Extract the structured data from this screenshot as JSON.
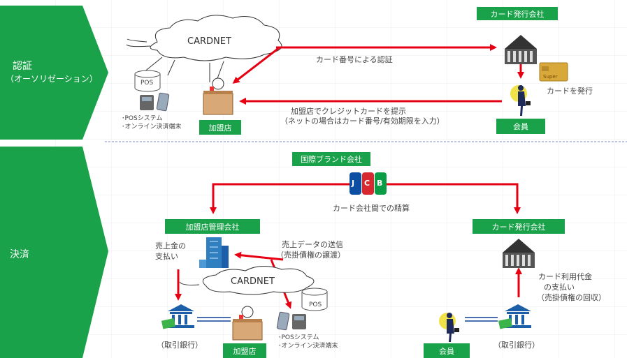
{
  "sections": {
    "auth": {
      "title": "認証",
      "subtitle": "（オーソリゼーション）"
    },
    "settle": {
      "title": "決済"
    }
  },
  "auth": {
    "issuer_label": "カード発行会社",
    "cloud_label": "CARDNET",
    "card_number_auth": "カード番号による認証",
    "card_issue": "カードを発行",
    "present_line1": "加盟店でクレジットカードを提示",
    "present_line2": "（ネットの場合はカード番号/有効期限を入力）",
    "member_label": "会員",
    "merchant_label": "加盟店",
    "pos_label": "POS",
    "terminal_line1": "･POSシステム",
    "terminal_line2": "･オンライン決済端末",
    "card_brand": "Super"
  },
  "settle": {
    "brand_company": "国際ブランド会社",
    "brand_logo": "JCB",
    "inter_company": "カード会社間での精算",
    "acquirer": "加盟店管理会社",
    "issuer": "カード発行会社",
    "payout_line1": "売上金の",
    "payout_line2": "支払い",
    "sales_line1": "売上データの送信",
    "sales_line2": "（売掛債権の譲渡）",
    "cloud_label": "CARDNET",
    "pos_label": "POS",
    "terminal_line1": "･POSシステム",
    "terminal_line2": "･オンライン決済端末",
    "bank_left": "（取引銀行）",
    "bank_right": "（取引銀行）",
    "merchant_label": "加盟店",
    "member_label": "会員",
    "usage_line1": "カード利用代金",
    "usage_line2": "の支払い",
    "usage_line3": "（売掛債権の回収）"
  },
  "colors": {
    "accent_green": "#1aa24a",
    "arrow_red": "#e60012",
    "bank_blue": "#1c5fa8"
  }
}
